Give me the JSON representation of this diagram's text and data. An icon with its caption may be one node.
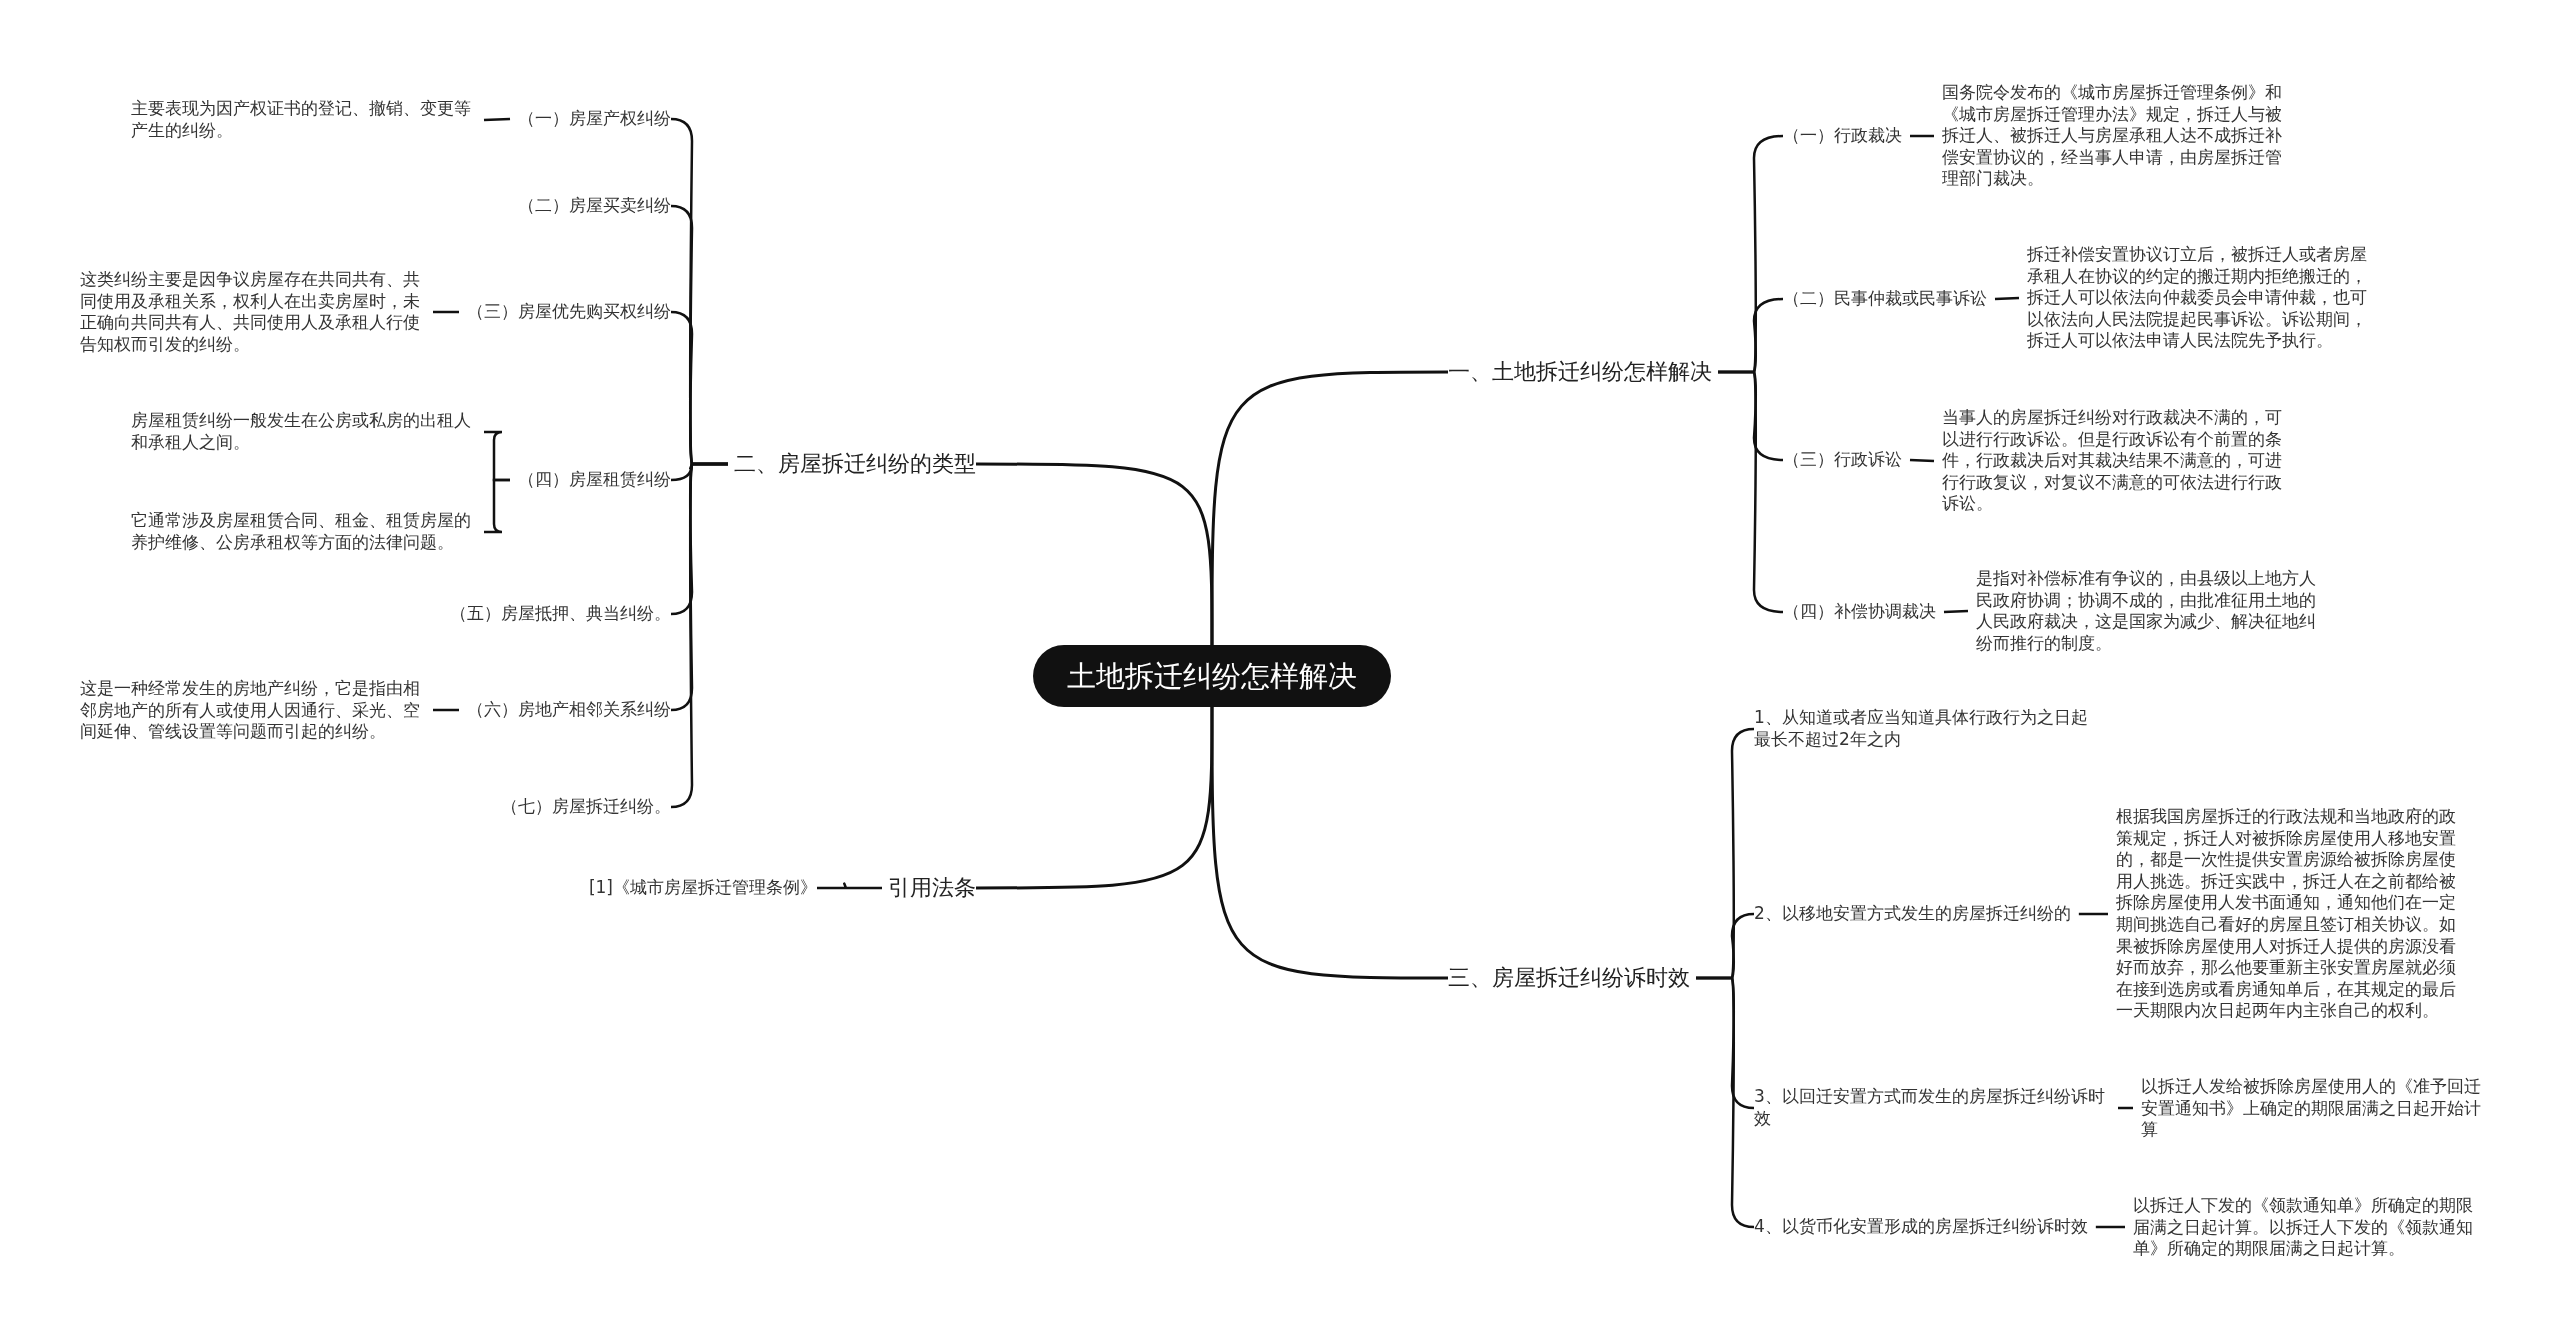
{
  "diagram": {
    "nodes": [
      {
        "text": [
          "土地拆迁纠纷怎样解决"
        ]
      },
      {
        "text": [
          "一、土地拆迁纠纷怎样解决"
        ]
      },
      {
        "text": [
          "（一）行政裁决"
        ]
      },
      {
        "text": [
          "国务院令发布的《城市房屋拆迁管理条例》和《城市房屋拆迁管理办法》规定，拆迁人与被拆迁人、被拆迁人与房屋承租人达不成拆迁补偿安置协议的，经当事人申请，由房屋拆迁管理部门裁决。"
        ]
      },
      {
        "text": [
          "（二）民事仲裁或民事诉讼"
        ]
      },
      {
        "text": [
          "拆迁补偿安置协议订立后，被拆迁人或者房屋承租人在协议的约定的搬迁期内拒绝搬迁的，拆迁人可以依法向仲裁委员会申请仲裁，也可以依法向人民法院提起民事诉讼。诉讼期间，拆迁人可以依法申请人民法院先予执行。"
        ]
      },
      {
        "text": [
          "（三）行政诉讼"
        ]
      },
      {
        "text": [
          "当事人的房屋拆迁纠纷对行政裁决不满的，可以进行行政诉讼。但是行政诉讼有个前置的条件，行政裁决后对其裁决结果不满意的，可进行行政复议，对复议不满意的可依法进行行政诉讼。"
        ]
      },
      {
        "text": [
          "（四）补偿协调裁决"
        ]
      },
      {
        "text": [
          "是指对补偿标准有争议的，由县级以上地方人民政府协调；协调不成的，由批准征用土地的人民政府裁决，这是国家为减少、解决征地纠纷而推行的制度。"
        ]
      },
      {
        "text": [
          "二、房屋拆迁纠纷的类型"
        ]
      },
      {
        "text": [
          "（一）房屋产权纠纷"
        ]
      },
      {
        "text": [
          "主要表现为因产权证书的登记、撤销、变更等产生的纠纷。"
        ]
      },
      {
        "text": [
          "（二）房屋买卖纠纷"
        ]
      },
      {
        "text": [
          "（三）房屋优先购买权纠纷"
        ]
      },
      {
        "text": [
          "这类纠纷主要是因争议房屋存在共同共有、共同使用及承租关系，权利人在出卖房屋时，未正确向共同共有人、共同使用人及承租人行使告知权而引发的纠纷。"
        ]
      },
      {
        "text": [
          "（四）房屋租赁纠纷"
        ]
      },
      {
        "text": [
          "房屋租赁纠纷一般发生在公房或私房的出租人和承租人之间。"
        ]
      },
      {
        "text": [
          "它通常涉及房屋租赁合同、租金、租赁房屋的养护维修、公房承租权等方面的法律问题。"
        ]
      },
      {
        "text": [
          "（五）房屋抵押、典当纠纷。"
        ]
      },
      {
        "text": [
          "（六）房地产相邻关系纠纷"
        ]
      },
      {
        "text": [
          "这是一种经常发生的房地产纠纷，它是指由相邻房地产的所有人或使用人因通行、采光、空间延伸、管线设置等问题而引起的纠纷。"
        ]
      },
      {
        "text": [
          "（七）房屋拆迁纠纷。"
        ]
      },
      {
        "text": [
          "三、房屋拆迁纠纷诉时效"
        ]
      },
      {
        "text": [
          "1、从知道或者应当知道具体行政行为之日起最长不超过2年之内"
        ]
      },
      {
        "text": [
          "2、以移地安置方式发生的房屋拆迁纠纷的"
        ]
      },
      {
        "text": [
          "根据我国房屋拆迁的行政法规和当地政府的政策规定，拆迁人对被拆除房屋使用人移地安置的，都是一次性提供安置房源给被拆除房屋使用人挑选。拆迁实践中，拆迁人在之前都给被拆除房屋使用人发书面通知，通知他们在一定期间挑选自己看好的房屋且签订相关协议。如果被拆除房屋使用人对拆迁人提供的房源没看好而放弃，那么他要重新主张安置房屋就必须在接到选房或看房通知单后，在其规定的最后一天期限内次日起两年内主张自己的权利。"
        ]
      },
      {
        "text": [
          "3、以回迁安置方式而发生的房屋拆迁纠纷诉时效"
        ]
      },
      {
        "text": [
          "以拆迁人发给被拆除房屋使用人的《准予回迁安置通知书》上确定的期限届满之日起开始计算"
        ]
      },
      {
        "text": [
          "4、以货币化安置形成的房屋拆迁纠纷诉时效"
        ]
      },
      {
        "text": [
          "以拆迁人下发的《领款通知单》所确定的期限届满之日起计算。以拆迁人下发的《领款通知单》所确定的期限届满之日起计算。"
        ]
      },
      {
        "text": [
          "引用法条"
        ]
      },
      {
        "text": [
          "[1]《城市房屋拆迁管理条例》"
        ]
      }
    ],
    "edges": [
      {
        "from": 0,
        "to": 1,
        "arrow": "none"
      },
      {
        "from": 1,
        "to": 2,
        "arrow": "none"
      },
      {
        "from": 2,
        "to": 3,
        "arrow": "none"
      },
      {
        "from": 1,
        "to": 4,
        "arrow": "none"
      },
      {
        "from": 4,
        "to": 5,
        "arrow": "none"
      },
      {
        "from": 1,
        "to": 6,
        "arrow": "none"
      },
      {
        "from": 6,
        "to": 7,
        "arrow": "none"
      },
      {
        "from": 1,
        "to": 8,
        "arrow": "none"
      },
      {
        "from": 8,
        "to": 9,
        "arrow": "none"
      },
      {
        "from": 0,
        "to": 10,
        "arrow": "none"
      },
      {
        "from": 10,
        "to": 11,
        "arrow": "none"
      },
      {
        "from": 11,
        "to": 12,
        "arrow": "none"
      },
      {
        "from": 10,
        "to": 13,
        "arrow": "none"
      },
      {
        "from": 10,
        "to": 14,
        "arrow": "none"
      },
      {
        "from": 14,
        "to": 15,
        "arrow": "none"
      },
      {
        "from": 10,
        "to": 16,
        "arrow": "none"
      },
      {
        "from": 16,
        "to": 17,
        "arrow": "none"
      },
      {
        "from": 16,
        "to": 18,
        "arrow": "none"
      },
      {
        "from": 10,
        "to": 19,
        "arrow": "none"
      },
      {
        "from": 10,
        "to": 20,
        "arrow": "none"
      },
      {
        "from": 20,
        "to": 21,
        "arrow": "none"
      },
      {
        "from": 10,
        "to": 22,
        "arrow": "none"
      },
      {
        "from": 0,
        "to": 23,
        "arrow": "none"
      },
      {
        "from": 23,
        "to": 24,
        "arrow": "none"
      },
      {
        "from": 23,
        "to": 25,
        "arrow": "none"
      },
      {
        "from": 25,
        "to": 26,
        "arrow": "none"
      },
      {
        "from": 23,
        "to": 27,
        "arrow": "none"
      },
      {
        "from": 27,
        "to": 28,
        "arrow": "none"
      },
      {
        "from": 23,
        "to": 29,
        "arrow": "none"
      },
      {
        "from": 29,
        "to": 30,
        "arrow": "none"
      },
      {
        "from": 0,
        "to": 31,
        "arrow": "none"
      },
      {
        "from": 31,
        "to": 32,
        "arrow": "none"
      }
    ]
  }
}
